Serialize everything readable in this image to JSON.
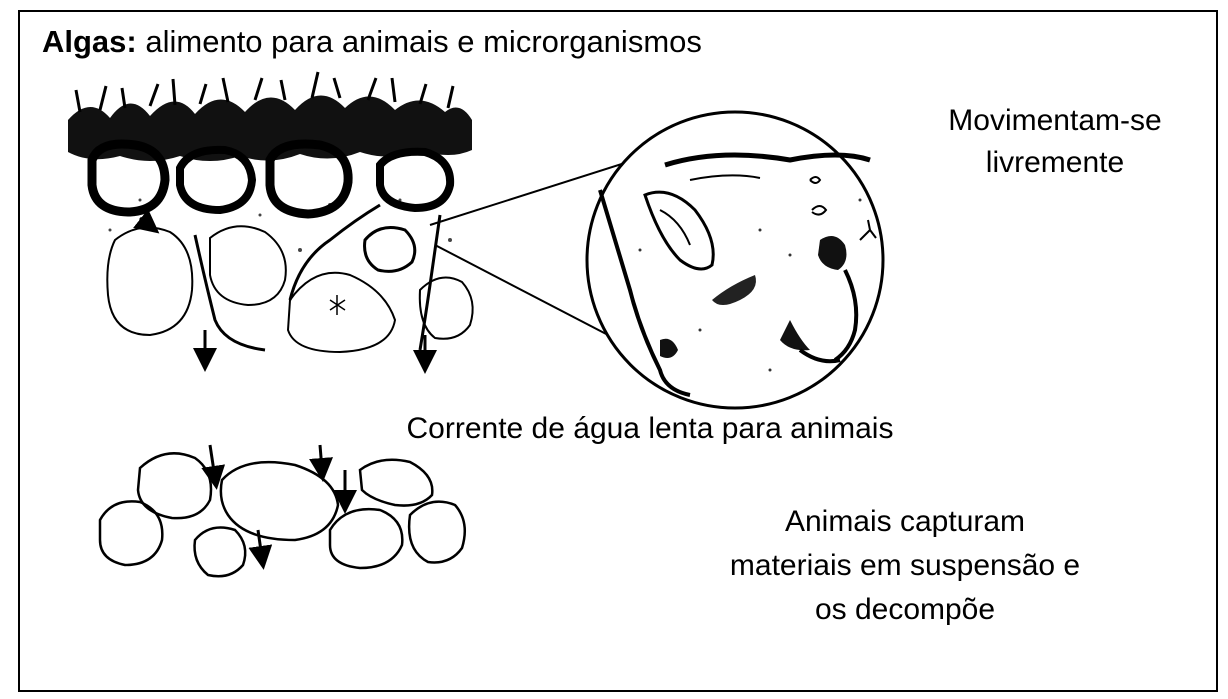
{
  "title": {
    "bold": "Algas:",
    "rest": "alimento para animais e microrganismos"
  },
  "labels": {
    "move_line1": "Movimentam-se",
    "move_line2": "livremente",
    "current": "Corrente de água lenta para animais",
    "capture_line1": "Animais capturam",
    "capture_line2": "materiais em suspensão e",
    "capture_line3": "os decompõe"
  },
  "colors": {
    "ink": "#000000",
    "background": "#ffffff"
  }
}
